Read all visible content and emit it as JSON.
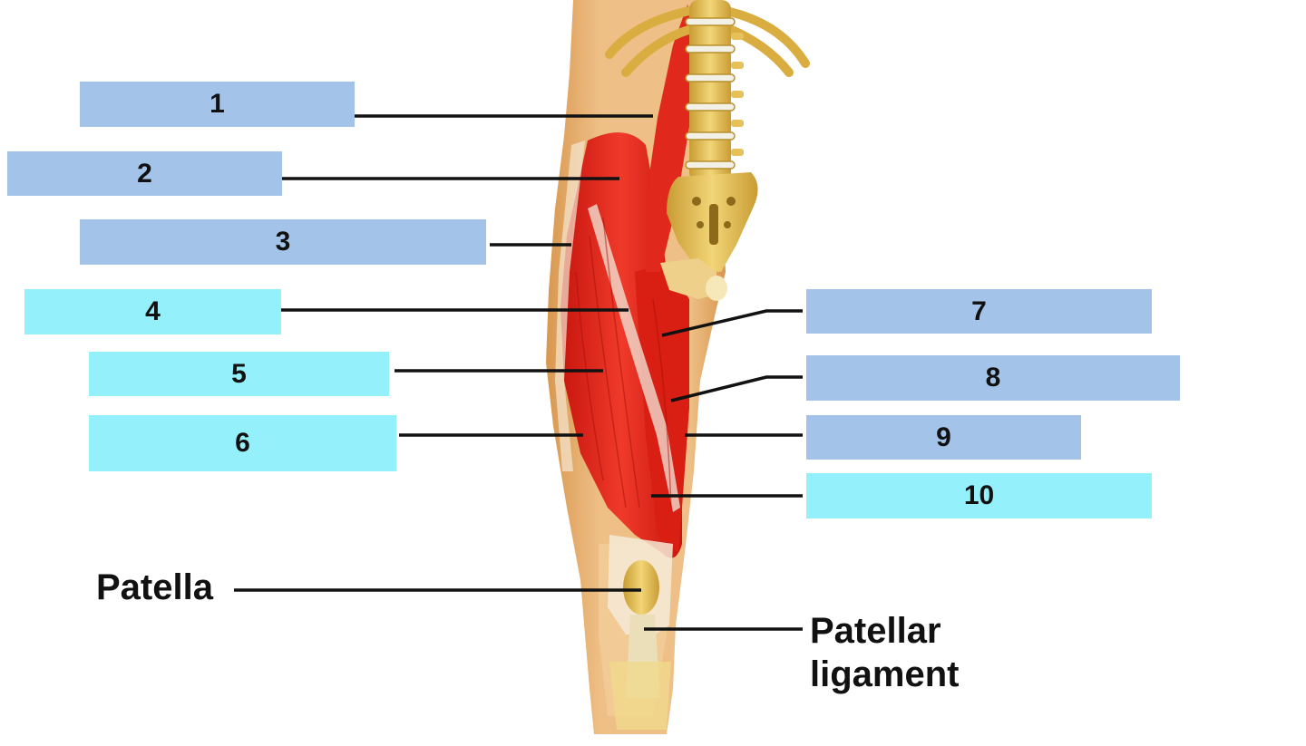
{
  "colors": {
    "box_blue": "#a3c4e8",
    "box_cyan": "#94f0fb",
    "skin": "#e9b87c",
    "skin_dark": "#d79c58",
    "muscle": "#e2231a",
    "muscle_dark": "#b3120c",
    "bone": "#e6c15a",
    "bone_dark": "#b8902c",
    "leader": "#111111"
  },
  "label_boxes": [
    {
      "number": "1",
      "fill": "blue"
    },
    {
      "number": "2",
      "fill": "blue"
    },
    {
      "number": "3",
      "fill": "blue"
    },
    {
      "number": "4",
      "fill": "cyan"
    },
    {
      "number": "5",
      "fill": "cyan"
    },
    {
      "number": "6",
      "fill": "cyan"
    },
    {
      "number": "7",
      "fill": "blue"
    },
    {
      "number": "8",
      "fill": "blue"
    },
    {
      "number": "9",
      "fill": "blue"
    },
    {
      "number": "10",
      "fill": "cyan"
    }
  ],
  "text_labels": {
    "patella": "Patella",
    "patellar_line1": "Patellar",
    "patellar_line2": "ligament"
  }
}
